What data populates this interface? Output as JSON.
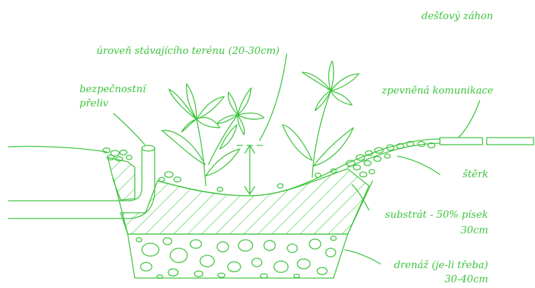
{
  "colors": {
    "line": "#3cc43c",
    "background": "#ffffff"
  },
  "labels": {
    "title": "dešťový záhon",
    "terrain_level": "úroveň stávajícího terénu (20-30cm)",
    "overflow_line1": "bezpečnostní",
    "overflow_line2": "přeliv",
    "pavement": "zpevněná komunikace",
    "gravel": "štěrk",
    "substrate_line1": "substrát - 50% písek",
    "substrate_line2": "30cm",
    "drainage_line1": "drenáž (je-li třeba)",
    "drainage_line2": "30-40cm"
  }
}
